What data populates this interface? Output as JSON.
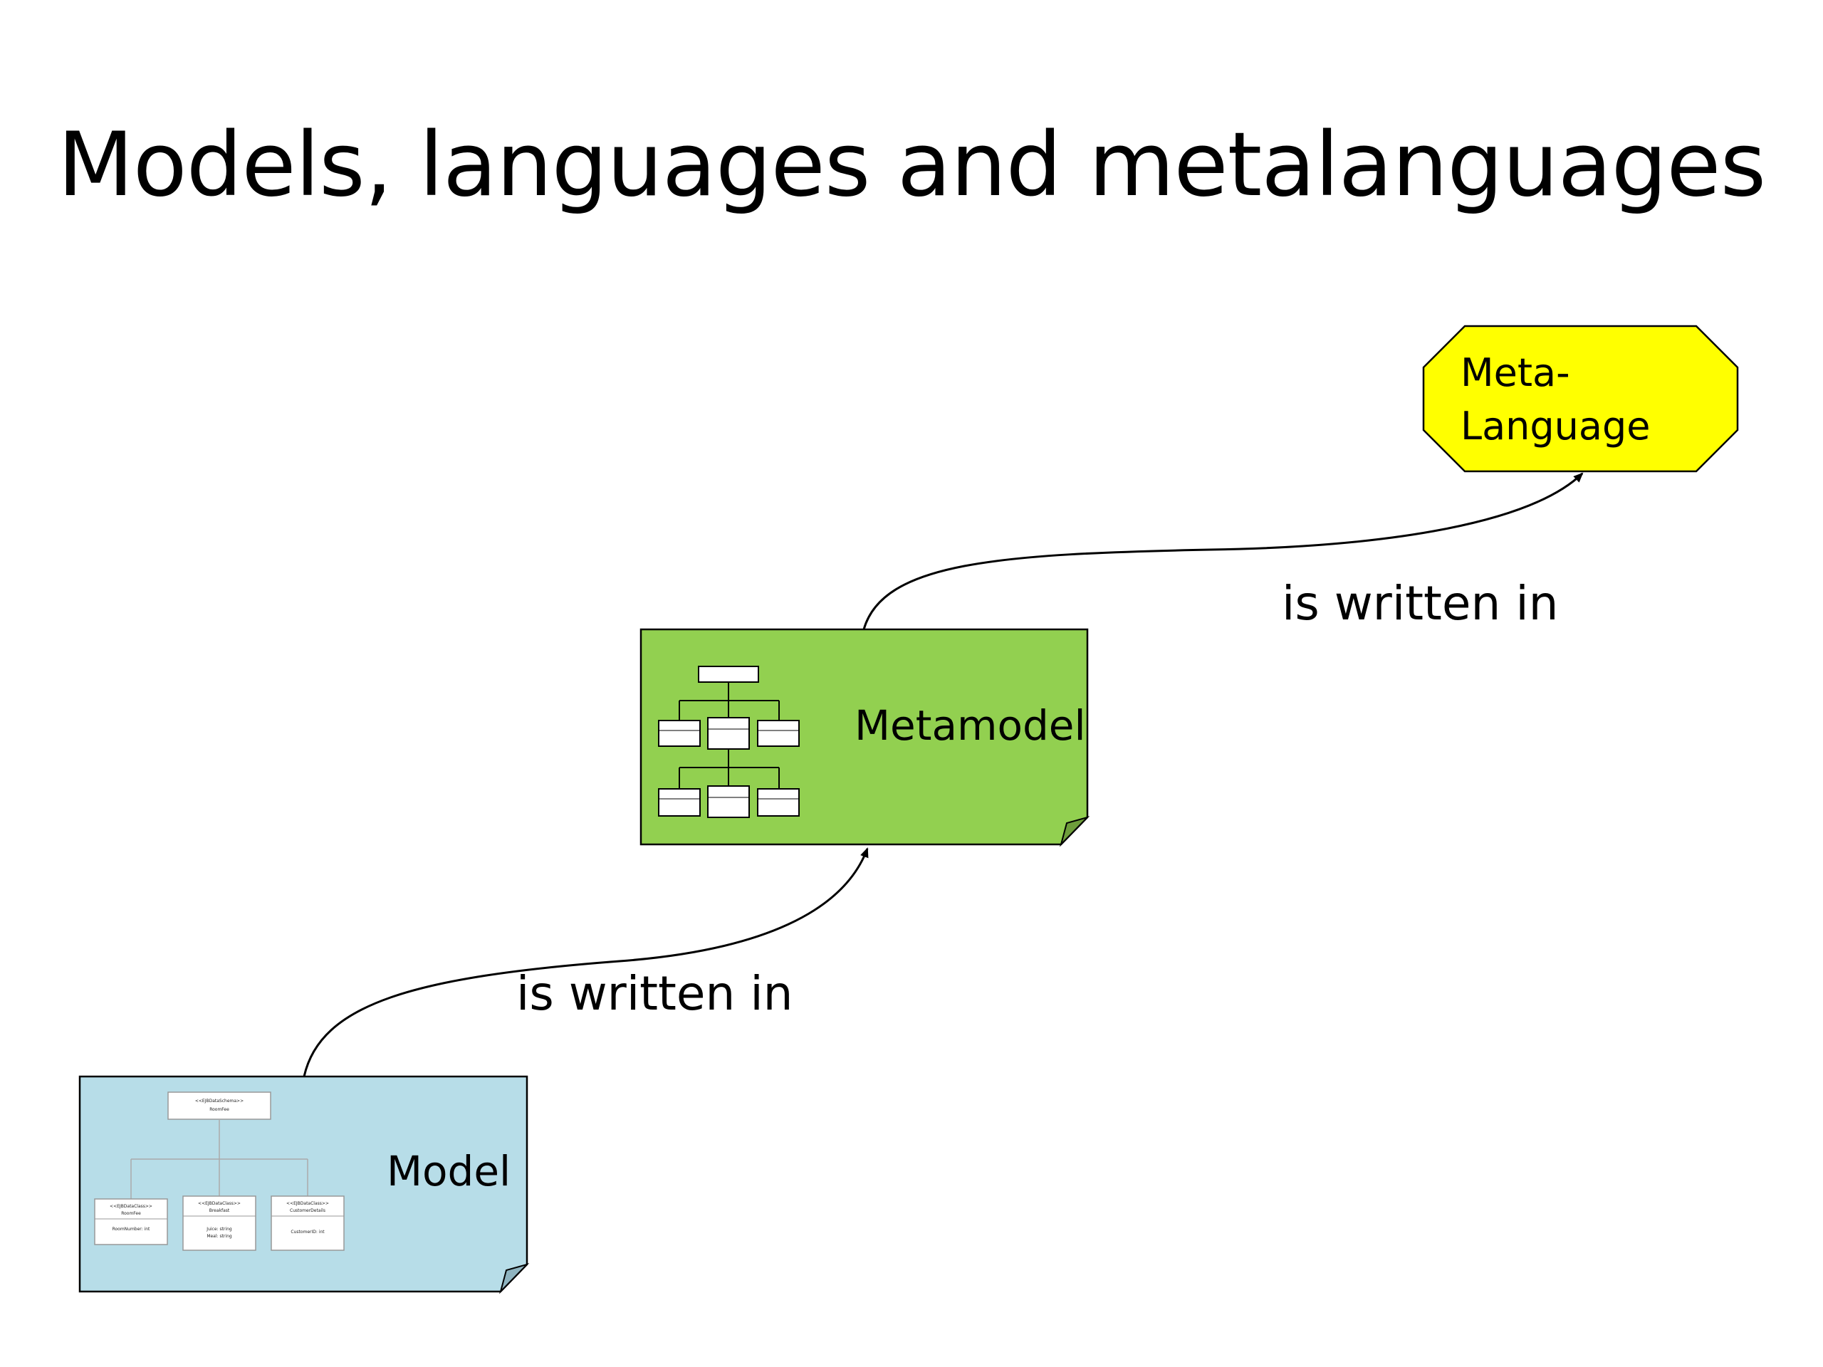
{
  "title": "Models, languages and metalanguages",
  "nodes": {
    "meta_language": {
      "line1": "Meta-",
      "line2": "Language",
      "color": "#ffff00"
    },
    "metamodel": {
      "label": "Metamodel",
      "color": "#92d050"
    },
    "model": {
      "label": "Model",
      "color": "#b7dde8"
    }
  },
  "edges": {
    "metamodel_to_metalanguage": {
      "label": "is written in"
    },
    "model_to_metamodel": {
      "label": "is written in"
    }
  },
  "model_thumbnail": {
    "root": {
      "stereotype": "<<EJBDataSchema>>",
      "name": "RoomFee"
    },
    "children": [
      {
        "stereotype": "<<EJBDataClass>>",
        "name": "RoomFee",
        "attrs": [
          "RoomNumber: int"
        ]
      },
      {
        "stereotype": "<<EJBDataClass>>",
        "name": "Breakfast",
        "attrs": [
          "Juice: string",
          "Meal: string"
        ]
      },
      {
        "stereotype": "<<EJBDataClass>>",
        "name": "CustomerDetails",
        "attrs": [
          "CustomerID: int"
        ]
      }
    ]
  }
}
